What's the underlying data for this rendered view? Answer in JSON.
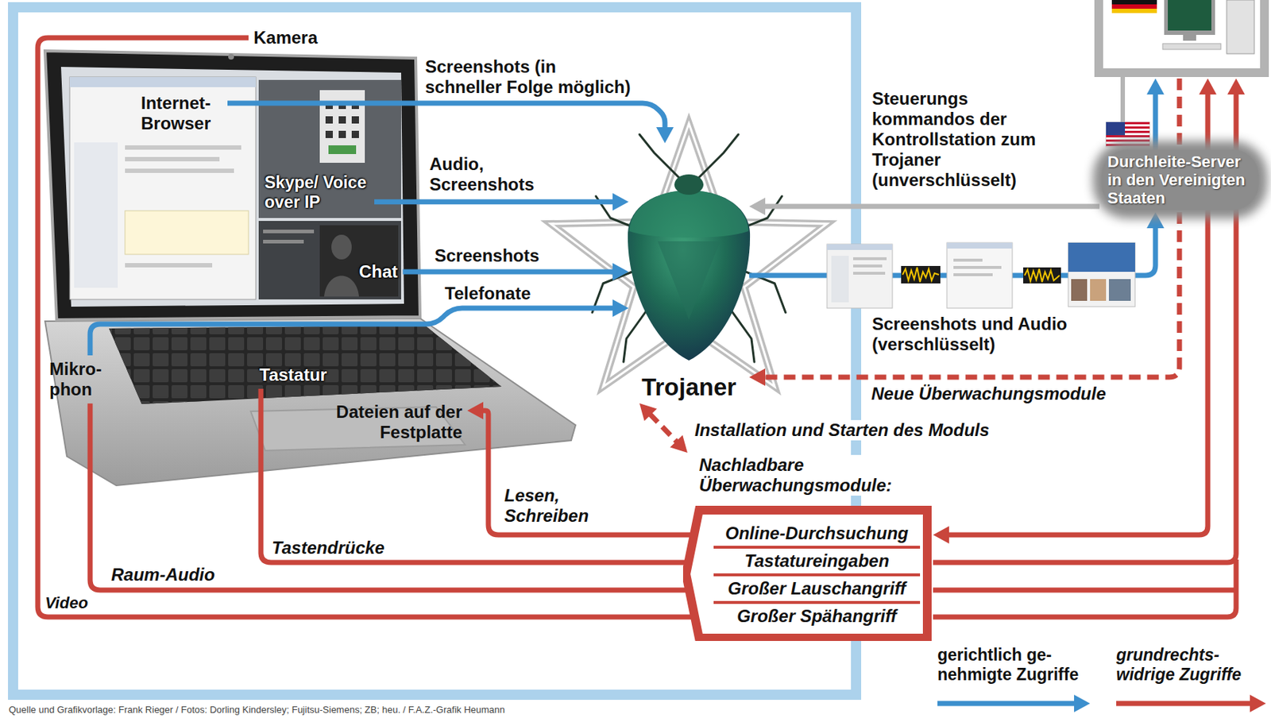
{
  "diagram": {
    "nodes": [
      {
        "text": [
          "Kamera"
        ]
      },
      {
        "text": [
          "Internet- Browser"
        ]
      },
      {
        "text": [
          "Skype/ Voice over IP"
        ]
      },
      {
        "text": [
          "Chat"
        ]
      },
      {
        "text": [
          "Mikro- phon"
        ]
      },
      {
        "text": [
          "Tastatur"
        ]
      },
      {
        "text": [
          "Dateien auf der Festplatte"
        ]
      },
      {
        "text": [
          "Trojaner"
        ]
      },
      {
        "text": [
          "Durchleite-Server in den Vereinigten Staaten"
        ]
      },
      {
        "text": [
          "Nachladbare Überwachungsmodule:"
        ]
      },
      {
        "text": [
          "Online-Durchsuchung"
        ],
        "in": 9
      },
      {
        "text": [
          "Tastatureingaben"
        ],
        "in": 9
      },
      {
        "text": [
          "Großer Lauschangriff"
        ],
        "in": 9
      },
      {
        "text": [
          "Großer Spähangriff"
        ],
        "in": 9
      }
    ],
    "edges": [
      {
        "from": 1,
        "to": 7,
        "arrow": "to",
        "label": "Screenshots (in schneller Folge möglich)"
      },
      {
        "from": 2,
        "to": 7,
        "arrow": "to",
        "label": "Audio, Screenshots"
      },
      {
        "from": 3,
        "to": 7,
        "arrow": "to",
        "label": "Screenshots"
      },
      {
        "from": 4,
        "to": 7,
        "arrow": "to",
        "label": "Telefonate"
      },
      {
        "from": 8,
        "to": 7,
        "arrow": "to",
        "label": "Steuerungs kommandos der Kontrollstation zum Trojaner (unverschlüsselt)"
      },
      {
        "from": 7,
        "to": 8,
        "arrow": "to",
        "label": "Screenshots und Audio (verschlüsselt)"
      },
      {
        "from": 8,
        "to": 7,
        "arrow": "to",
        "label": "Neue Überwachungsmodule"
      },
      {
        "from": 7,
        "to": 9,
        "arrow": "both",
        "label": "Installation und Starten des Moduls"
      },
      {
        "from": 6,
        "to": 10,
        "arrow": "both",
        "label": "Lesen, Schreiben"
      },
      {
        "from": 5,
        "to": 11,
        "arrow": "to",
        "label": "Tastendrücke"
      },
      {
        "from": 4,
        "to": 12,
        "arrow": "to",
        "label": "Raum-Audio"
      },
      {
        "from": 0,
        "to": 13,
        "arrow": "to",
        "label": "Video"
      }
    ],
    "labels": [
      "Quelle und Grafikvorlage: Frank Rieger / Fotos: Dorling Kindersley; Fujitsu-Siemens; ZB; heu. / F.A.Z.-Grafik Heumann"
    ],
    "legend": [
      {
        "text": "gerichtlich ge- nehmigte Zugriffe"
      },
      {
        "text": "grundrechts- widrige Zugriffe"
      }
    ]
  }
}
